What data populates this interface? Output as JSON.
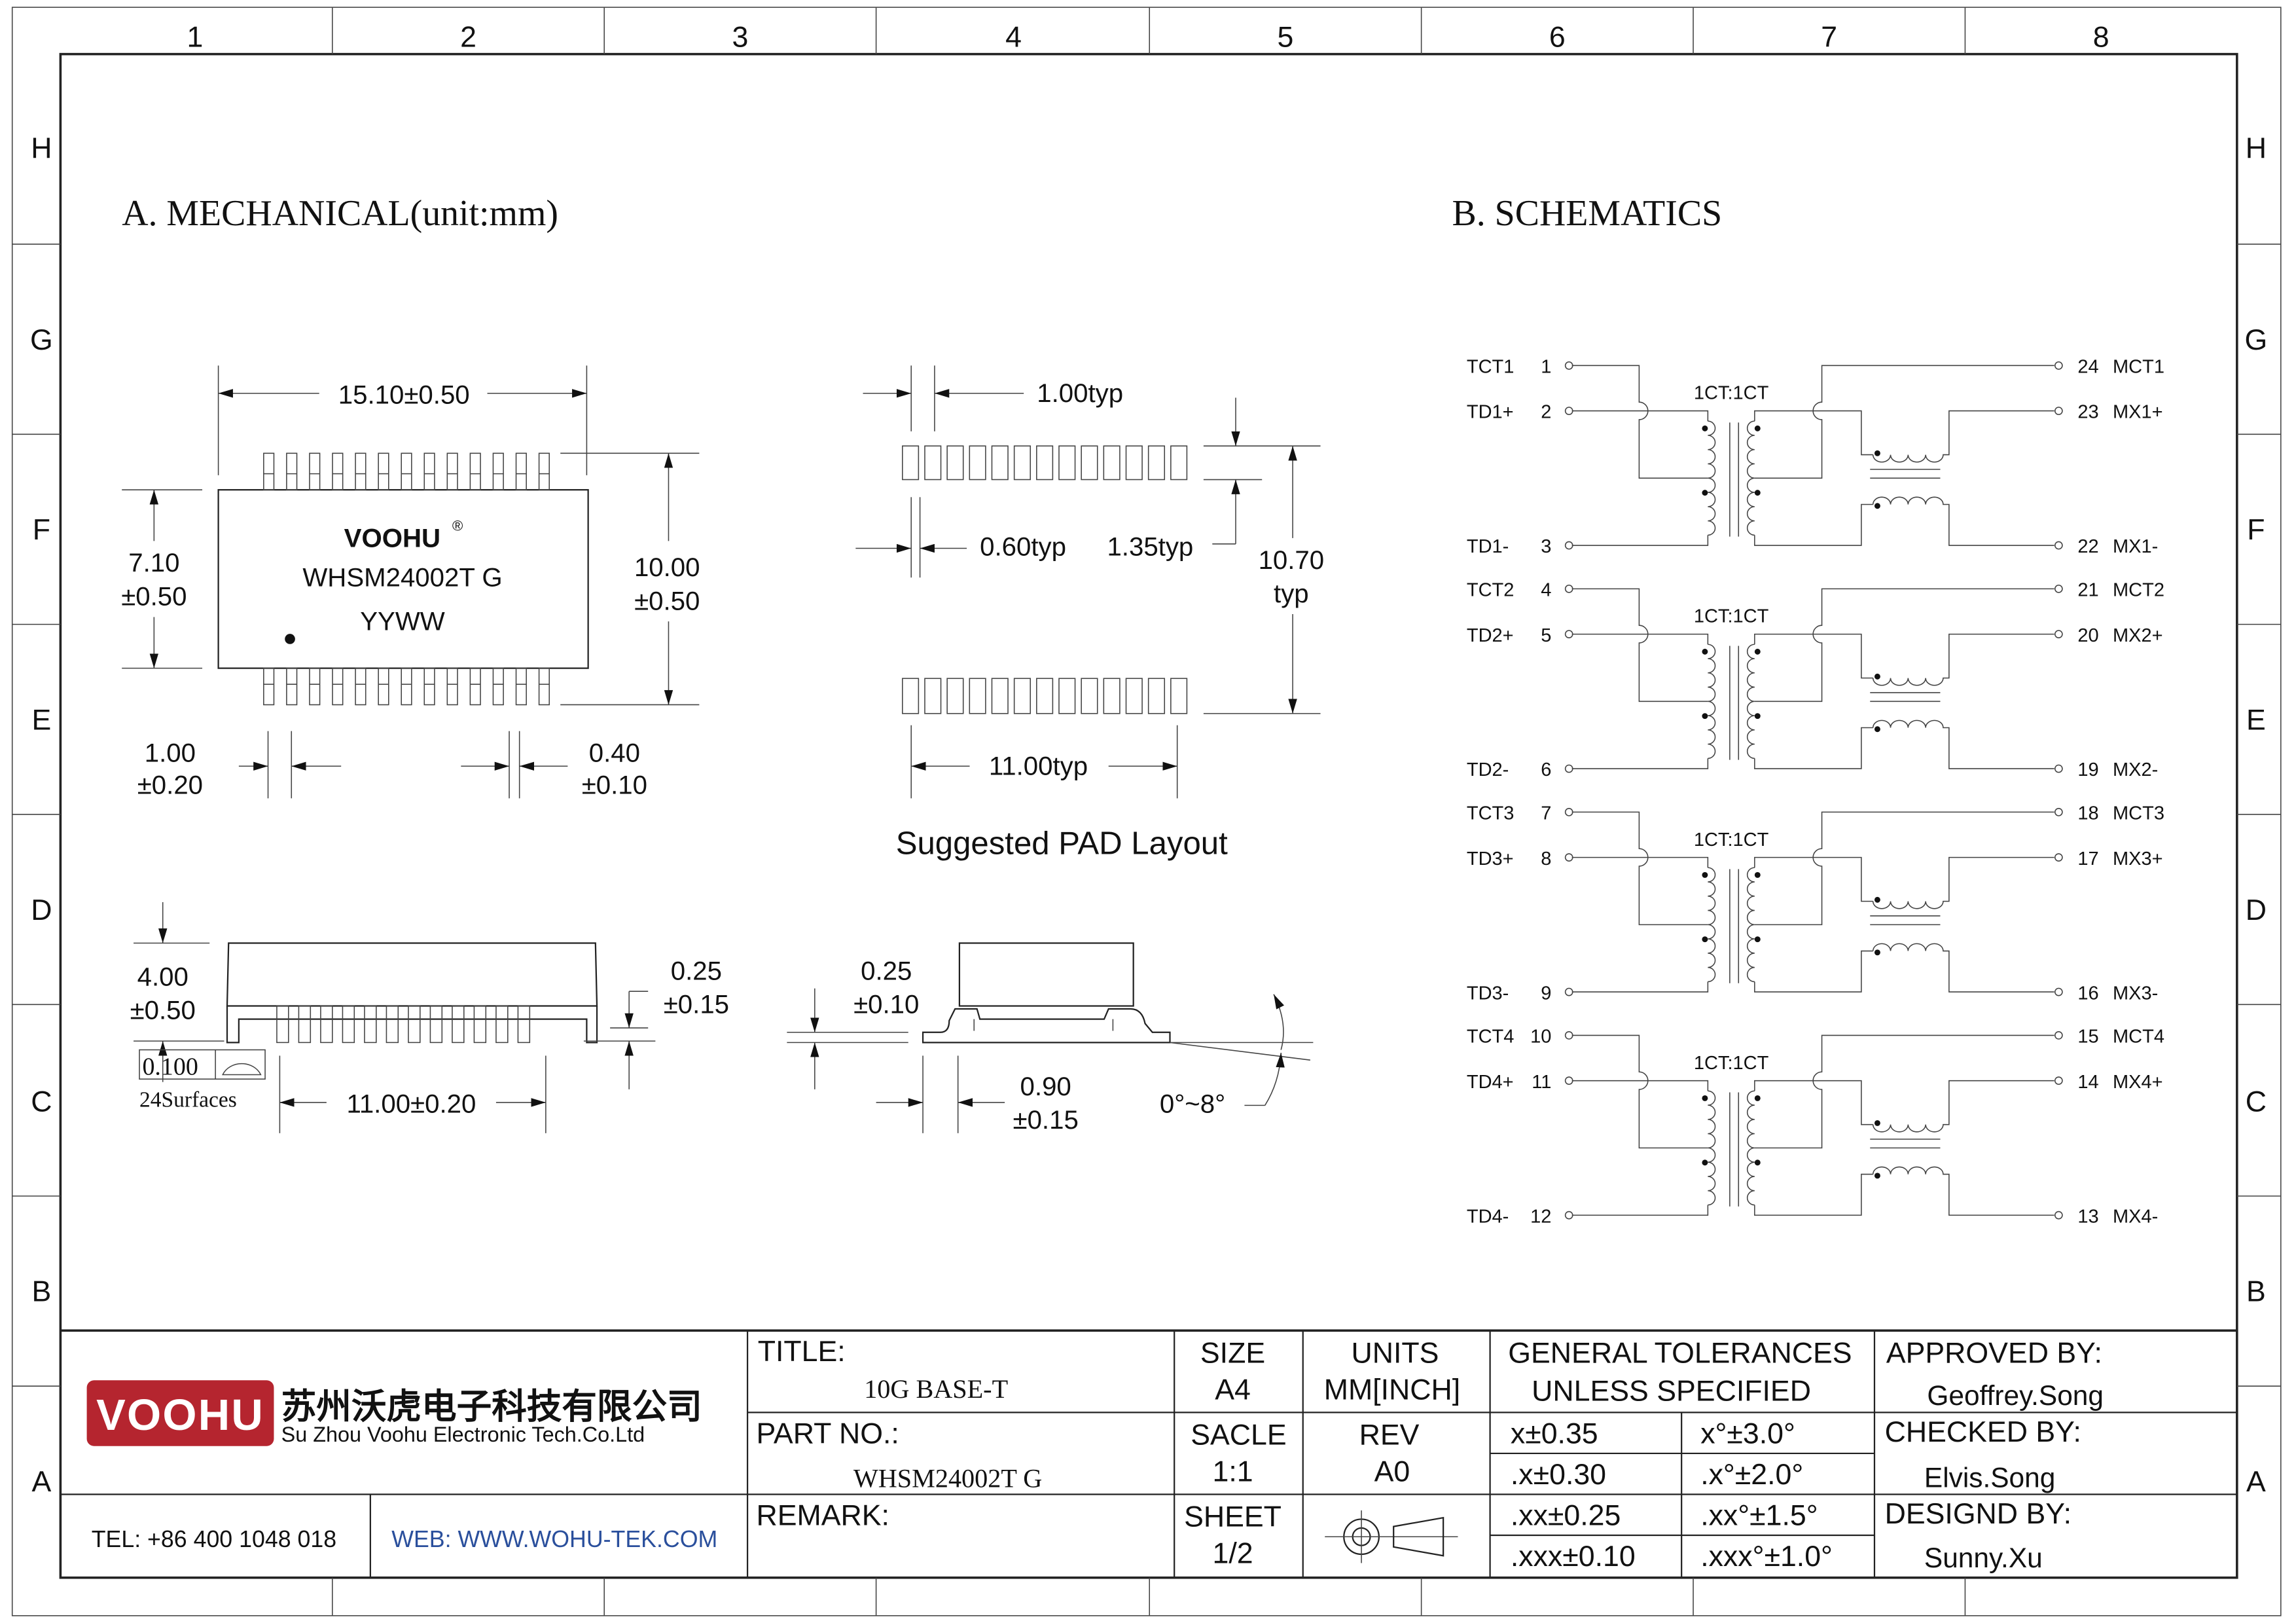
{
  "zones": {
    "columns": [
      "1",
      "2",
      "3",
      "4",
      "5",
      "6",
      "7",
      "8"
    ],
    "rows": [
      "H",
      "G",
      "F",
      "E",
      "D",
      "C",
      "B",
      "A"
    ]
  },
  "mechanical": {
    "heading": "A. MECHANICAL(unit:mm)",
    "top_view": {
      "brand": "VOOHU",
      "registered": "®",
      "part": "WHSM24002T G",
      "date_code": "YYWW",
      "width_dim": "15.10±0.50",
      "body_h": "7.10",
      "body_h_tol": "±0.50",
      "overall_h": "10.00",
      "overall_h_tol": "±0.50",
      "pitch": "1.00",
      "pitch_tol": "±0.20",
      "lead_w": "0.40",
      "lead_w_tol": "±0.10"
    },
    "pad_layout": {
      "pitch": "1.00typ",
      "pad_w": "0.60typ",
      "pad_l": "1.35typ",
      "span": "10.70",
      "span_unit": "typ",
      "row_len": "11.00typ",
      "caption": "Suggested PAD Layout"
    },
    "side_view": {
      "height": "4.00",
      "height_tol": "±0.50",
      "standoff": "0.25",
      "standoff_tol": "±0.15",
      "coplanarity": "0.100",
      "surfaces": "24Surfaces",
      "length": "11.00±0.20"
    },
    "lead_profile": {
      "thickness": "0.25",
      "thickness_tol": "±0.10",
      "foot": "0.90",
      "foot_tol": "±0.15",
      "angle": "0°~8°"
    }
  },
  "schematics": {
    "heading": "B. SCHEMATICS",
    "channels": [
      {
        "ratio": "1CT:1CT",
        "left": [
          [
            "TCT1",
            "1"
          ],
          [
            "TD1+",
            "2"
          ],
          [
            "TD1-",
            "3"
          ]
        ],
        "right": [
          [
            "24",
            "MCT1"
          ],
          [
            "23",
            "MX1+"
          ],
          [
            "22",
            "MX1-"
          ]
        ]
      },
      {
        "ratio": "1CT:1CT",
        "left": [
          [
            "TCT2",
            "4"
          ],
          [
            "TD2+",
            "5"
          ],
          [
            "TD2-",
            "6"
          ]
        ],
        "right": [
          [
            "21",
            "MCT2"
          ],
          [
            "20",
            "MX2+"
          ],
          [
            "19",
            "MX2-"
          ]
        ]
      },
      {
        "ratio": "1CT:1CT",
        "left": [
          [
            "TCT3",
            "7"
          ],
          [
            "TD3+",
            "8"
          ],
          [
            "TD3-",
            "9"
          ]
        ],
        "right": [
          [
            "18",
            "MCT3"
          ],
          [
            "17",
            "MX3+"
          ],
          [
            "16",
            "MX3-"
          ]
        ]
      },
      {
        "ratio": "1CT:1CT",
        "left": [
          [
            "TCT4",
            "10"
          ],
          [
            "TD4+",
            "11"
          ],
          [
            "TD4-",
            "12"
          ]
        ],
        "right": [
          [
            "15",
            "MCT4"
          ],
          [
            "14",
            "MX4+"
          ],
          [
            "13",
            "MX4-"
          ]
        ]
      }
    ]
  },
  "title_block": {
    "logo_text": "VOOHU",
    "company_cn": "苏州沃虎电子科技有限公司",
    "company_en": "Su Zhou Voohu Electronic Tech.Co.Ltd",
    "tel": "TEL: +86 400 1048 018",
    "web": "WEB: WWW.WOHU-TEK.COM",
    "title_label": "TITLE:",
    "title_value": "10G BASE-T",
    "part_label": "PART NO.:",
    "part_value": "WHSM24002T G",
    "remark_label": "REMARK:",
    "size_label": "SIZE",
    "size_value": "A4",
    "units_label": "UNITS",
    "units_value": "MM[INCH]",
    "scale_label": "SACLE",
    "scale_value": "1:1",
    "rev_label": "REV",
    "rev_value": "A0",
    "sheet_label": "SHEET",
    "sheet_value": "1/2",
    "tol_label_1": "GENERAL TOLERANCES",
    "tol_label_2": "UNLESS SPECIFIED",
    "tolerances": [
      [
        "x±0.35",
        "x°±3.0°"
      ],
      [
        ".x±0.30",
        ".x°±2.0°"
      ],
      [
        ".xx±0.25",
        ".xx°±1.5°"
      ],
      [
        ".xxx±0.10",
        ".xxx°±1.0°"
      ]
    ],
    "approved_label": "APPROVED BY:",
    "approved_value": "Geoffrey.Song",
    "checked_label": "CHECKED BY:",
    "checked_value": "Elvis.Song",
    "designed_label": "DESIGND BY:",
    "designed_value": "Sunny.Xu",
    "colors": {
      "logo_red": "#b5252f",
      "web_blue": "#2a4f9c"
    }
  }
}
